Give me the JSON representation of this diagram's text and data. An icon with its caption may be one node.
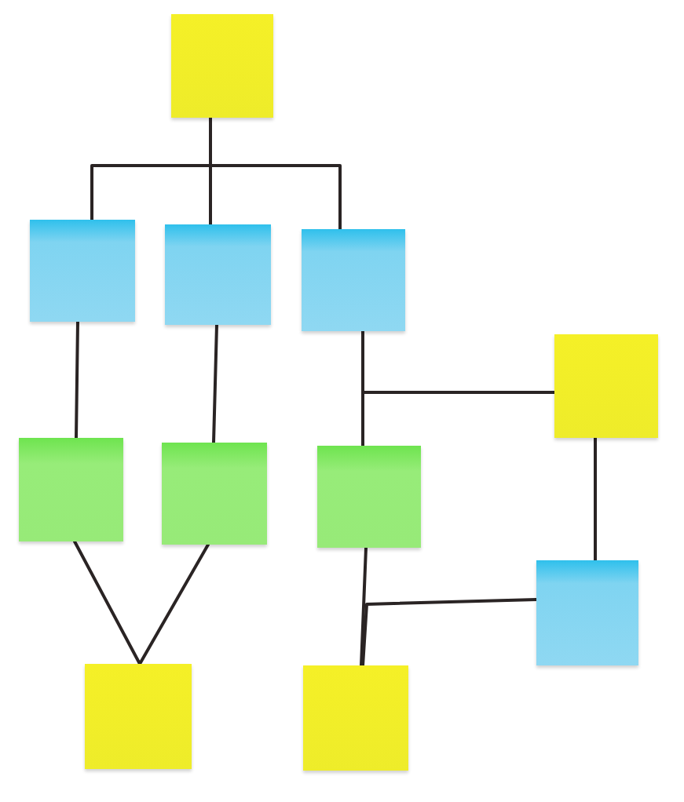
{
  "diagram": {
    "nodes": [
      {
        "text": [],
        "shape": "box"
      },
      {
        "text": [],
        "shape": "box"
      },
      {
        "text": [],
        "shape": "box"
      },
      {
        "text": [],
        "shape": "box"
      },
      {
        "text": [],
        "shape": "box"
      },
      {
        "text": [],
        "shape": "box"
      },
      {
        "text": [],
        "shape": "box"
      },
      {
        "text": [],
        "shape": "box"
      },
      {
        "text": [],
        "shape": "box"
      },
      {
        "text": [],
        "shape": "box"
      },
      {
        "text": [],
        "shape": "box"
      }
    ],
    "edges": [
      {
        "from": 0,
        "to": 1,
        "arrow": "none"
      },
      {
        "from": 0,
        "to": 2,
        "arrow": "none"
      },
      {
        "from": 0,
        "to": 3,
        "arrow": "none"
      },
      {
        "from": 1,
        "to": 5,
        "arrow": "none"
      },
      {
        "from": 2,
        "to": 6,
        "arrow": "none"
      },
      {
        "from": 3,
        "to": 7,
        "arrow": "none"
      },
      {
        "from": 4,
        "to": 7,
        "arrow": "none"
      },
      {
        "from": 4,
        "to": 8,
        "arrow": "none"
      },
      {
        "from": 7,
        "to": 10,
        "arrow": "none"
      },
      {
        "from": 8,
        "to": 10,
        "arrow": "none"
      },
      {
        "from": 5,
        "to": 9,
        "arrow": "none"
      },
      {
        "from": 6,
        "to": 9,
        "arrow": "none"
      }
    ]
  }
}
